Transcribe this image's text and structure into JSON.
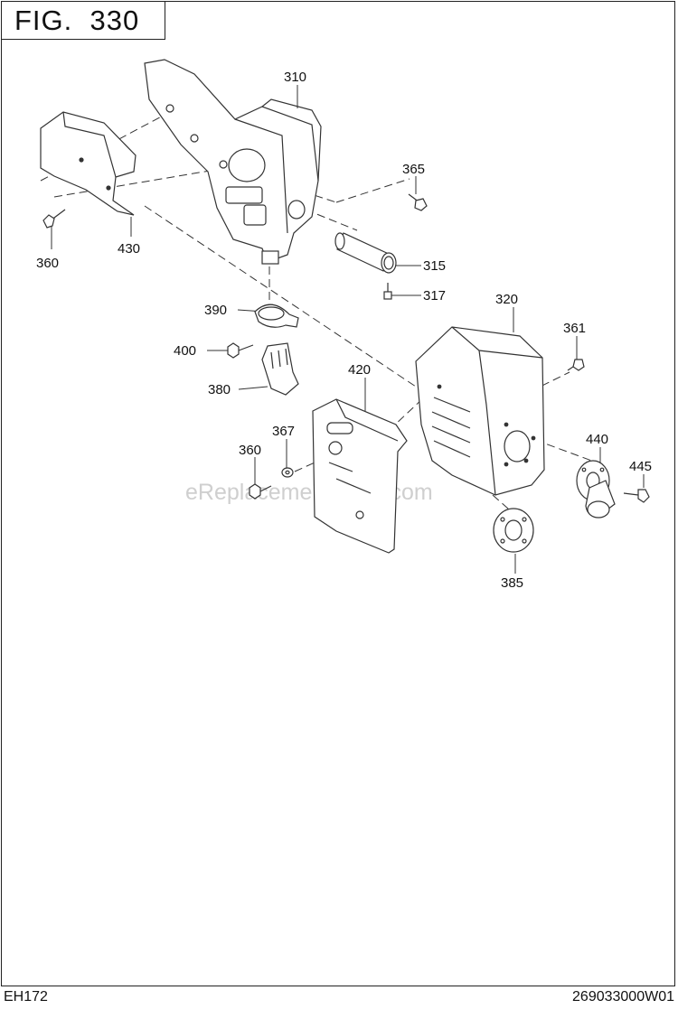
{
  "figure": {
    "title": "FIG.  330"
  },
  "footer": {
    "model": "EH172",
    "doc_code": "269033000W01"
  },
  "watermark": "eReplacementParts.com",
  "callouts": {
    "c310": "310",
    "c365": "365",
    "c430": "430",
    "c360a": "360",
    "c315": "315",
    "c317": "317",
    "c320": "320",
    "c390": "390",
    "c361": "361",
    "c400": "400",
    "c420": "420",
    "c380": "380",
    "c367": "367",
    "c360b": "360",
    "c440": "440",
    "c445": "445",
    "c385": "385"
  }
}
